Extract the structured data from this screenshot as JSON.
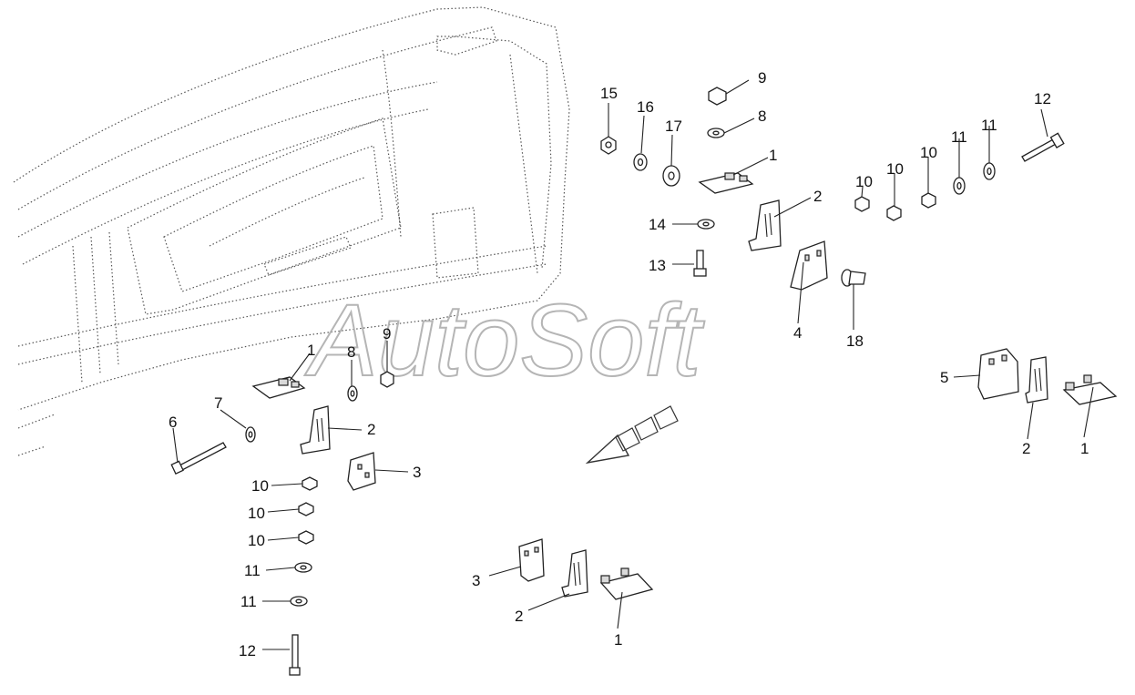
{
  "watermark": "AutoSoft",
  "callouts": [
    {
      "id": "c15a",
      "text": "15"
    },
    {
      "id": "c16a",
      "text": "16"
    },
    {
      "id": "c17a",
      "text": "17"
    },
    {
      "id": "c9a",
      "text": "9"
    },
    {
      "id": "c8a",
      "text": "8"
    },
    {
      "id": "c1a",
      "text": "1"
    },
    {
      "id": "c2a",
      "text": "2"
    },
    {
      "id": "c14a",
      "text": "14"
    },
    {
      "id": "c13a",
      "text": "13"
    },
    {
      "id": "c4a",
      "text": "4"
    },
    {
      "id": "c18a",
      "text": "18"
    },
    {
      "id": "c12a",
      "text": "12"
    },
    {
      "id": "c11a",
      "text": "11"
    },
    {
      "id": "c11b",
      "text": "11"
    },
    {
      "id": "c10a",
      "text": "10"
    },
    {
      "id": "c10b",
      "text": "10"
    },
    {
      "id": "c10c",
      "text": "10"
    },
    {
      "id": "c1b",
      "text": "1"
    },
    {
      "id": "c8b",
      "text": "8"
    },
    {
      "id": "c9b",
      "text": "9"
    },
    {
      "id": "c7a",
      "text": "7"
    },
    {
      "id": "c6a",
      "text": "6"
    },
    {
      "id": "c2b",
      "text": "2"
    },
    {
      "id": "c3a",
      "text": "3"
    },
    {
      "id": "c10d",
      "text": "10"
    },
    {
      "id": "c10e",
      "text": "10"
    },
    {
      "id": "c10f",
      "text": "10"
    },
    {
      "id": "c11c",
      "text": "11"
    },
    {
      "id": "c11d",
      "text": "11"
    },
    {
      "id": "c12b",
      "text": "12"
    },
    {
      "id": "c5a",
      "text": "5"
    },
    {
      "id": "c2c",
      "text": "2"
    },
    {
      "id": "c1c",
      "text": "1"
    },
    {
      "id": "c3b",
      "text": "3"
    },
    {
      "id": "c2d",
      "text": "2"
    },
    {
      "id": "c1d",
      "text": "1"
    }
  ]
}
